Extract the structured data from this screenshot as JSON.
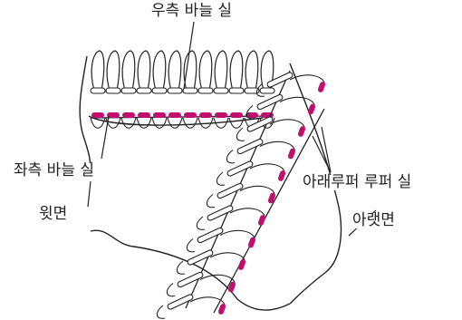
{
  "labels": {
    "right_needle_thread": "우측 바늘 실",
    "left_needle_thread": "좌측 바늘 실",
    "top_side": "윗면",
    "looper_thread": "아래루퍼 루퍼 실",
    "bottom_side": "아랫면"
  },
  "colors": {
    "needle_thread_stitch": "#c0106e",
    "outline": "#222222",
    "background": "#ffffff"
  }
}
